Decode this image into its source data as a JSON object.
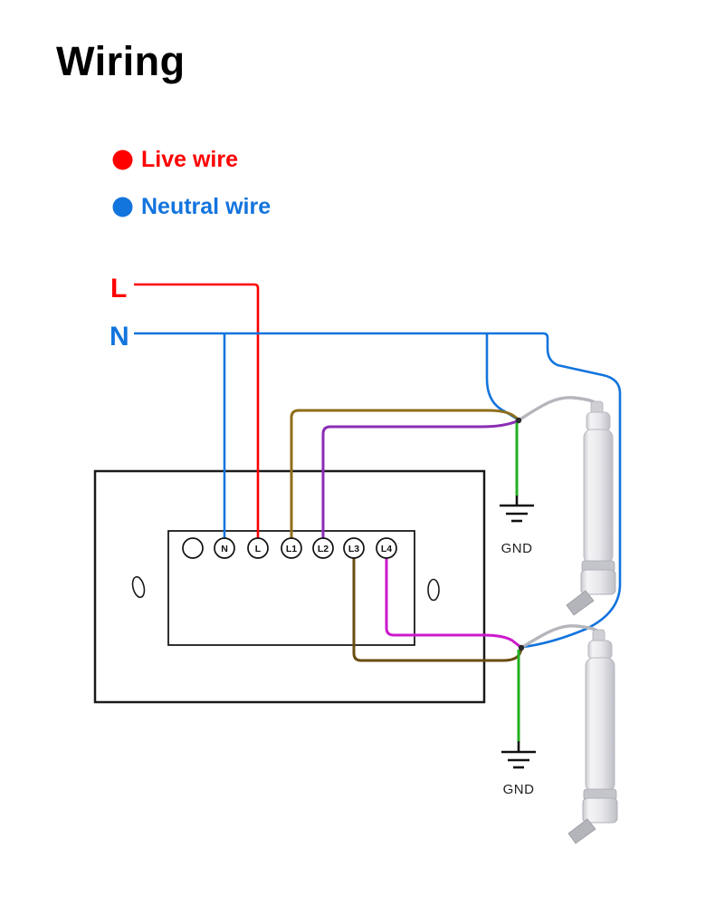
{
  "page": {
    "title": "Wiring"
  },
  "legend": {
    "items": [
      {
        "label": "Live wire",
        "color": "#fe0000"
      },
      {
        "label": "Neutral wire",
        "color": "#1274dd"
      }
    ]
  },
  "diagram": {
    "live_label": "L",
    "neutral_label": "N",
    "terminals": [
      "",
      "N",
      "L",
      "L1",
      "L2",
      "L3",
      "L4"
    ],
    "grounds": [
      {
        "label": "GND"
      },
      {
        "label": "GND"
      }
    ],
    "colors": {
      "live": "#fe0000",
      "neutral": "#1274dd",
      "l1": "#8f6e1a",
      "l2": "#8a2db5",
      "l3": "#6b4c12",
      "l4": "#cc1acc",
      "ground": "#22b022",
      "motor_cable": "#b5b5bc",
      "outline": "#1a1a1a"
    }
  }
}
